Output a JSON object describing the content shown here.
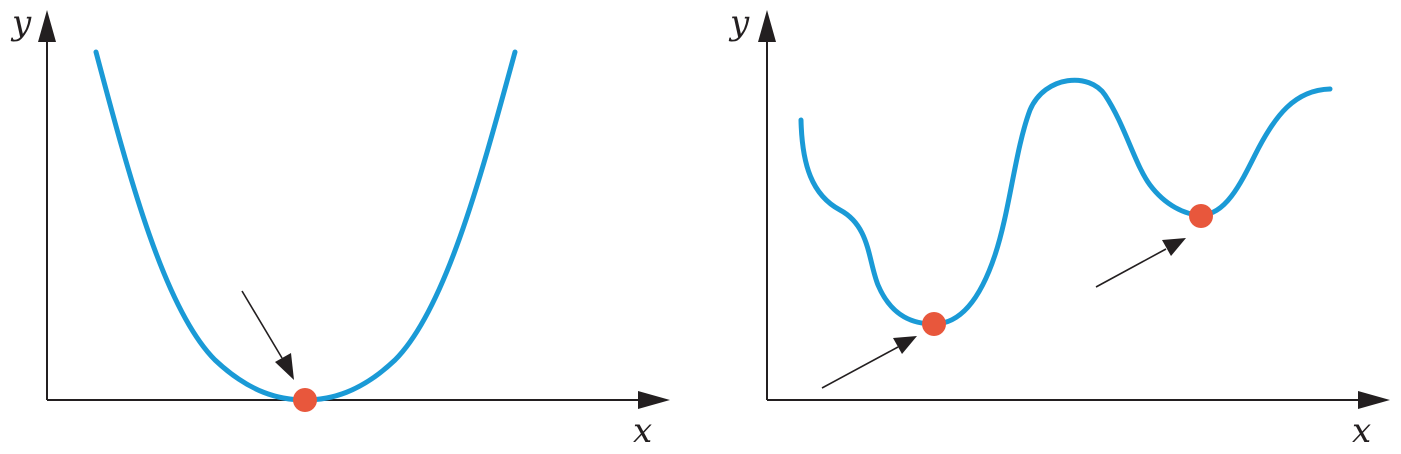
{
  "colors": {
    "curve": "#1a9ad6",
    "point": "#e8573c",
    "axis": "#231f20"
  },
  "left_panel": {
    "x_axis_label": "x",
    "y_axis_label": "y",
    "minimum_points": 1,
    "pointer_arrows": 1
  },
  "right_panel": {
    "x_axis_label": "x",
    "y_axis_label": "y",
    "minimum_points": 2,
    "pointer_arrows": 2
  }
}
